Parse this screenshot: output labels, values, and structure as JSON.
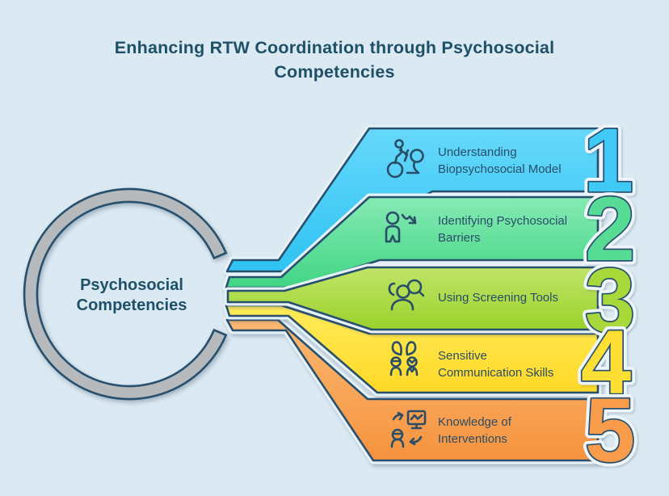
{
  "title": {
    "text": "Enhancing RTW Coordination through Psychosocial Competencies",
    "color": "#1E5068"
  },
  "center": {
    "label_line1": "Psychosocial",
    "label_line2": "Competencies",
    "ring_fill": "#B7BABD",
    "text_color": "#1E5068"
  },
  "colors": {
    "background": "#DBE9F2",
    "outline": "#27506E",
    "halo": "#E7F1F8",
    "label_text": "#2A4D68"
  },
  "steps": [
    {
      "number": "1",
      "label_line1": "Understanding",
      "label_line2": "Biopsychosocial Model",
      "color": "#41C9F5",
      "color_light": "#66D8FA",
      "color_dark": "#2FC3F3",
      "icon": "cyclist-with-person-icon"
    },
    {
      "number": "2",
      "label_line1": "Identifying Psychosocial",
      "label_line2": "Barriers",
      "color": "#57DC95",
      "color_light": "#86EAB4",
      "color_dark": "#41D584",
      "icon": "person-declining-arrow-icon"
    },
    {
      "number": "3",
      "label_line1": "Using Screening Tools",
      "label_line2": "",
      "color": "#A9D83B",
      "color_light": "#C0E468",
      "color_dark": "#9BD22C",
      "icon": "person-magnifier-icon"
    },
    {
      "number": "4",
      "label_line1": "Sensitive",
      "label_line2": "Communication Skills",
      "color": "#FFDF33",
      "color_light": "#FFEC5A",
      "color_dark": "#FFD827",
      "icon": "two-people-conversation-icon"
    },
    {
      "number": "5",
      "label_line1": "Knowledge of",
      "label_line2": "Interventions",
      "color": "#F89C4B",
      "color_light": "#FBB873",
      "color_dark": "#F6933E",
      "icon": "person-chart-cycle-icon"
    }
  ]
}
